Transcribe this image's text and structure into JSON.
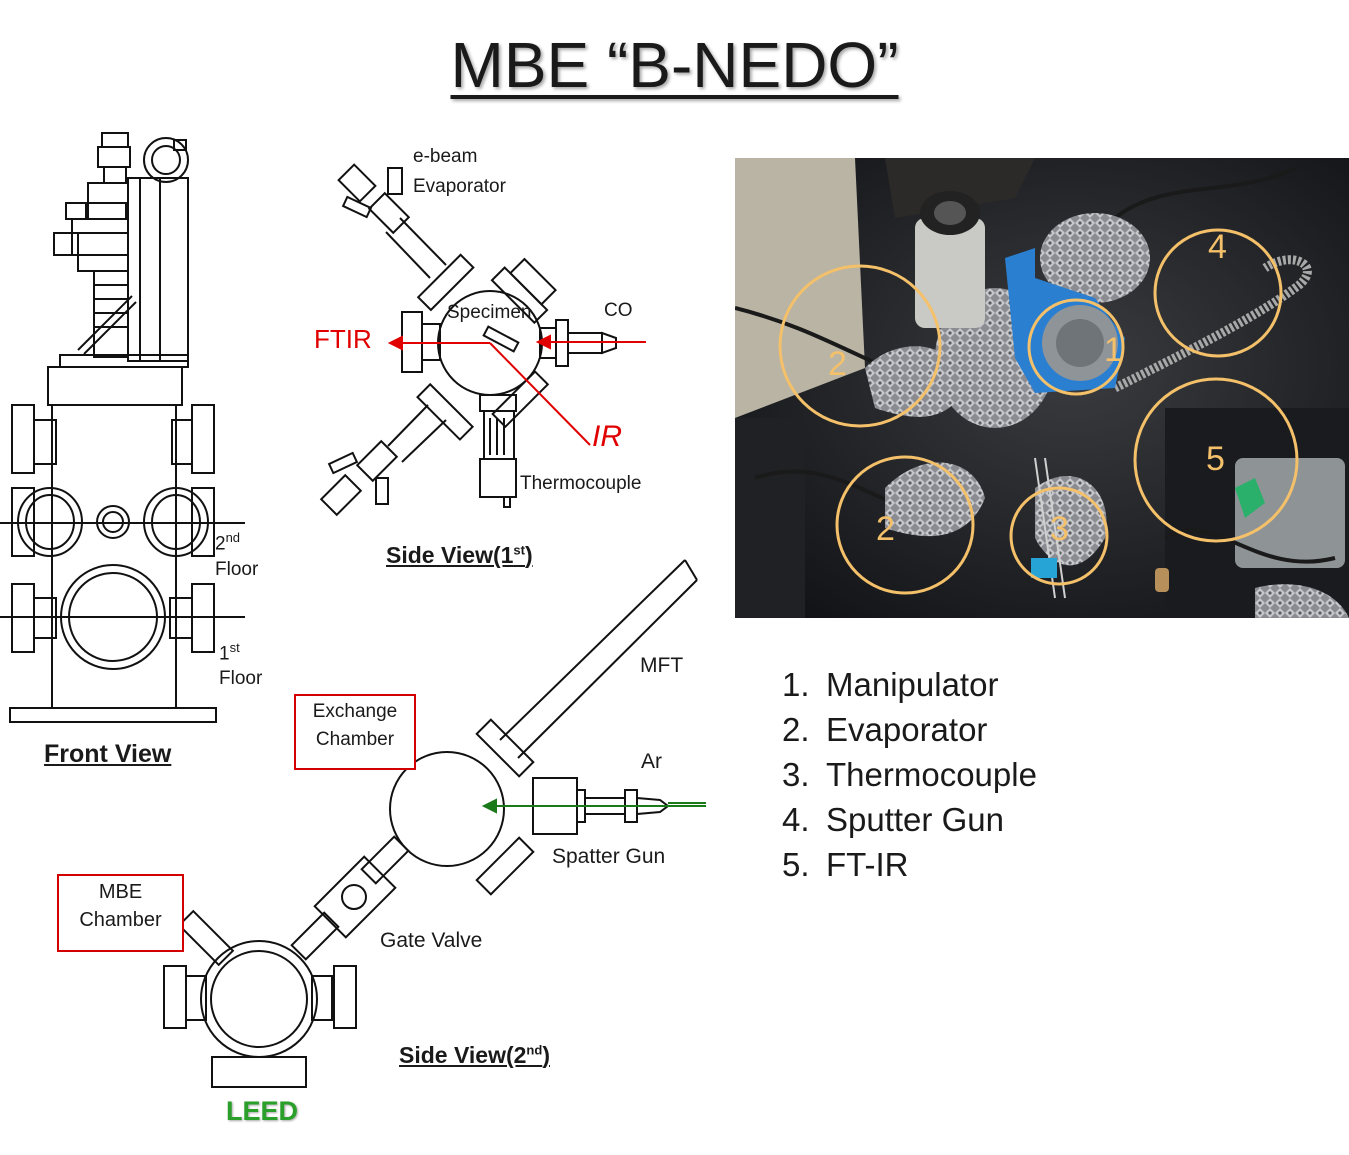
{
  "title": "MBE “B-NEDO”",
  "front_view": {
    "floor2_sup": "nd",
    "floor2_num": "2",
    "floor2_word": "Floor",
    "floor1_num": "1",
    "floor1_sup": "st",
    "floor1_word": "Floor",
    "caption": "Front View"
  },
  "side_view_1": {
    "ebeam_line1": "e-beam",
    "ebeam_line2": "Evaporator",
    "specimen": "Specimen",
    "co": "CO",
    "ftir": "FTIR",
    "ir": "IR",
    "thermocouple": "Thermocouple",
    "caption": "Side View(1",
    "caption_sup": "st",
    "caption_end": ")"
  },
  "side_view_2": {
    "mft": "MFT",
    "exchange_line1": "Exchange",
    "exchange_line2": "Chamber",
    "ar": "Ar",
    "spatter_gun": "Spatter Gun",
    "gate_valve": "Gate Valve",
    "mbe_line1": "MBE",
    "mbe_line2": "Chamber",
    "leed": "LEED",
    "caption": "Side View(2",
    "caption_sup": "nd",
    "caption_end": ")"
  },
  "photo": {
    "markers": [
      "1",
      "2",
      "2",
      "3",
      "4",
      "5"
    ]
  },
  "legend": [
    {
      "num": "1.",
      "label": "Manipulator"
    },
    {
      "num": "2.",
      "label": "Evaporator"
    },
    {
      "num": "3.",
      "label": "Thermocouple"
    },
    {
      "num": "4.",
      "label": "Sputter Gun"
    },
    {
      "num": "5.",
      "label": "FT-IR"
    }
  ],
  "colors": {
    "ir_red": "#e00000",
    "leed_green": "#2aa02a",
    "ring_gold": "#f4c16a",
    "ar_green": "#1a7a1a"
  }
}
